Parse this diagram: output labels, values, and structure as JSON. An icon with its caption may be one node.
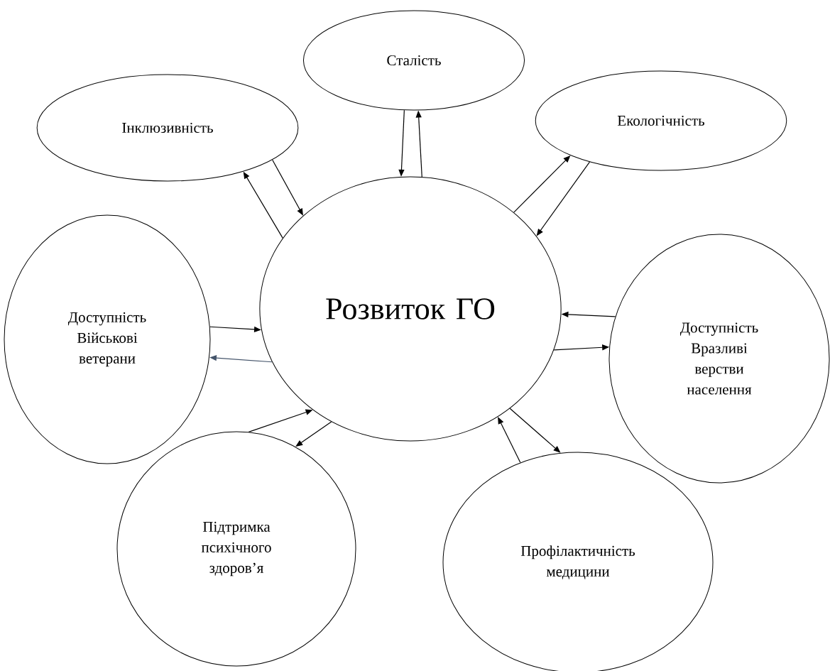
{
  "diagram": {
    "nodes": [
      {
        "text": [
          "Розвиток ГО"
        ]
      },
      {
        "text": [
          "Сталість"
        ]
      },
      {
        "text": [
          "Інклюзивність"
        ]
      },
      {
        "text": [
          "Екологічність"
        ]
      },
      {
        "text": [
          "Доступність Військові ветерани"
        ]
      },
      {
        "text": [
          "Доступність Вразливі верстви населення"
        ]
      },
      {
        "text": [
          "Підтримка психічного здоров’я"
        ]
      },
      {
        "text": [
          "Профілактичність медицини"
        ]
      }
    ],
    "edges": [
      {
        "from": 1,
        "to": 0,
        "arrow": "to"
      },
      {
        "from": 0,
        "to": 1,
        "arrow": "to"
      },
      {
        "from": 0,
        "to": 2,
        "arrow": "to"
      },
      {
        "from": 2,
        "to": 0,
        "arrow": "to"
      },
      {
        "from": 0,
        "to": 3,
        "arrow": "to"
      },
      {
        "from": 3,
        "to": 0,
        "arrow": "to"
      },
      {
        "from": 4,
        "to": 0,
        "arrow": "to"
      },
      {
        "from": 0,
        "to": 4,
        "arrow": "to",
        "color": "#44546a"
      },
      {
        "from": 5,
        "to": 0,
        "arrow": "to"
      },
      {
        "from": 0,
        "to": 5,
        "arrow": "to"
      },
      {
        "from": 6,
        "to": 0,
        "arrow": "to"
      },
      {
        "from": 0,
        "to": 6,
        "arrow": "to"
      },
      {
        "from": 7,
        "to": 0,
        "arrow": "to"
      },
      {
        "from": 0,
        "to": 7,
        "arrow": "to"
      }
    ]
  }
}
